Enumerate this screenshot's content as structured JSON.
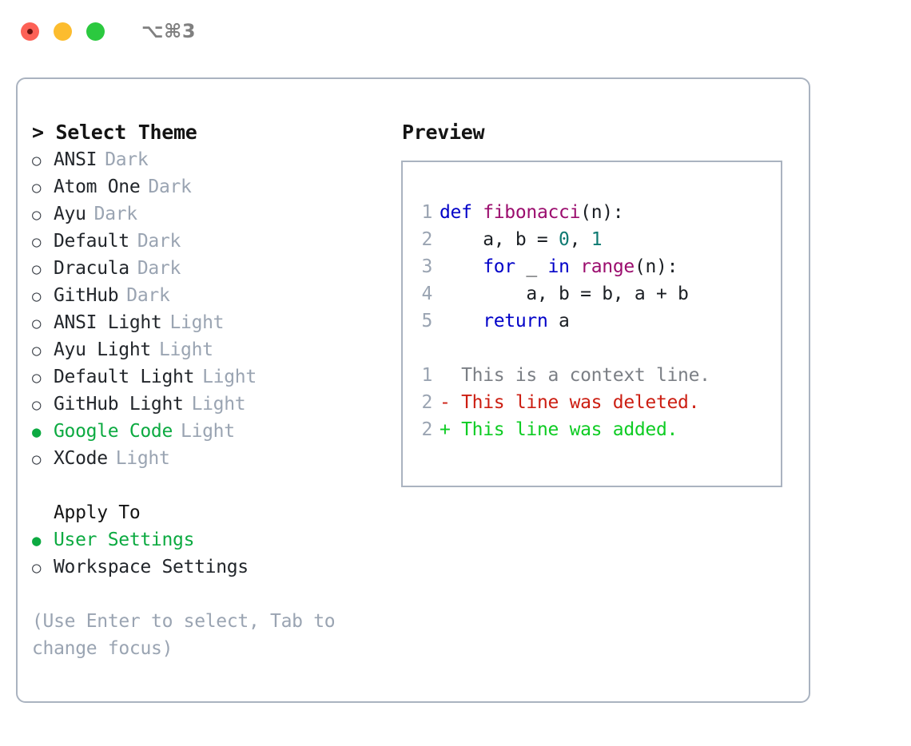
{
  "window": {
    "title": "⌥⌘3",
    "controls": [
      {
        "name": "close",
        "color": "#fd6156"
      },
      {
        "name": "minimize",
        "color": "#fcbc2e"
      },
      {
        "name": "maximize",
        "color": "#2bc93f"
      }
    ]
  },
  "theme_panel": {
    "heading": "> Select Theme",
    "options": [
      {
        "marker": "○",
        "label": "ANSI",
        "kind": "Dark",
        "selected": false
      },
      {
        "marker": "○",
        "label": "Atom One",
        "kind": "Dark",
        "selected": false
      },
      {
        "marker": "○",
        "label": "Ayu",
        "kind": "Dark",
        "selected": false
      },
      {
        "marker": "○",
        "label": "Default",
        "kind": "Dark",
        "selected": false
      },
      {
        "marker": "○",
        "label": "Dracula",
        "kind": "Dark",
        "selected": false
      },
      {
        "marker": "○",
        "label": "GitHub",
        "kind": "Dark",
        "selected": false
      },
      {
        "marker": "○",
        "label": "ANSI Light",
        "kind": "Light",
        "selected": false
      },
      {
        "marker": "○",
        "label": "Ayu Light",
        "kind": "Light",
        "selected": false
      },
      {
        "marker": "○",
        "label": "Default Light",
        "kind": "Light",
        "selected": false
      },
      {
        "marker": "○",
        "label": "GitHub Light",
        "kind": "Light",
        "selected": false
      },
      {
        "marker": "●",
        "label": "Google Code",
        "kind": "Light",
        "selected": true
      },
      {
        "marker": "○",
        "label": "XCode",
        "kind": "Light",
        "selected": false
      }
    ]
  },
  "apply_to": {
    "heading": "Apply To",
    "options": [
      {
        "marker": "●",
        "label": "User Settings",
        "selected": true
      },
      {
        "marker": "○",
        "label": "Workspace Settings",
        "selected": false
      }
    ]
  },
  "hint": "(Use Enter to select, Tab to change focus)",
  "preview": {
    "heading": "Preview",
    "code_lines": [
      {
        "number": "1",
        "tokens": [
          {
            "text": "def ",
            "type": "kw"
          },
          {
            "text": "fibonacci",
            "type": "fn"
          },
          {
            "text": "(n):",
            "type": "plain"
          }
        ]
      },
      {
        "number": "2",
        "tokens": [
          {
            "text": "    a, b = ",
            "type": "plain"
          },
          {
            "text": "0",
            "type": "num"
          },
          {
            "text": ", ",
            "type": "plain"
          },
          {
            "text": "1",
            "type": "num"
          }
        ]
      },
      {
        "number": "3",
        "tokens": [
          {
            "text": "    ",
            "type": "plain"
          },
          {
            "text": "for",
            "type": "kw"
          },
          {
            "text": " _ ",
            "type": "plain"
          },
          {
            "text": "in",
            "type": "kw"
          },
          {
            "text": " ",
            "type": "plain"
          },
          {
            "text": "range",
            "type": "fn"
          },
          {
            "text": "(n):",
            "type": "plain"
          }
        ]
      },
      {
        "number": "4",
        "tokens": [
          {
            "text": "        a, b = b, a + b",
            "type": "plain"
          }
        ]
      },
      {
        "number": "5",
        "tokens": [
          {
            "text": "    ",
            "type": "plain"
          },
          {
            "text": "return",
            "type": "kw"
          },
          {
            "text": " a",
            "type": "plain"
          }
        ]
      }
    ],
    "diff_lines": [
      {
        "number": "1",
        "sign": "  ",
        "text": "This is a context line.",
        "type": "ctx"
      },
      {
        "number": "2",
        "sign": "- ",
        "text": "This line was deleted.",
        "type": "del"
      },
      {
        "number": "2",
        "sign": "+ ",
        "text": "This line was added.",
        "type": "add"
      }
    ]
  },
  "colors": {
    "accent_green": "#0caa41",
    "muted": "#9aa4b2",
    "border": "#aab3c0",
    "keyword": "#0000c8",
    "function": "#9b0d6e",
    "number": "#0e7a72",
    "diff_context": "#7b7f85",
    "diff_deleted": "#cc1e12",
    "diff_added": "#0ecc23"
  }
}
